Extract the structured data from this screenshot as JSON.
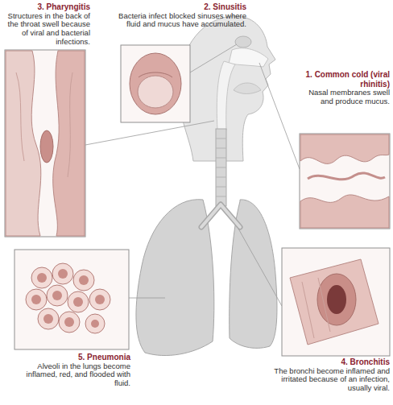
{
  "diagram": {
    "nodes": [
      {
        "text": [
          "3. Pharyngitis",
          "Structures in the back of the throat swell because of viral and bacterial infections."
        ]
      },
      {
        "text": [
          "2. Sinusitis",
          "Bacteria infect blocked sinuses where fluid and mucus have accumulated."
        ]
      },
      {
        "text": [
          "1. Common cold (viral rhinitis)",
          "Nasal membranes swell and produce mucus."
        ]
      },
      {
        "text": [
          "5. Pneumonia",
          "Alveoli in the lungs become inflamed, red, and flooded with fluid."
        ]
      },
      {
        "text": [
          "4. Bronchitis",
          "The bronchi become inflamed and irritated because of an infection, usually viral."
        ]
      }
    ]
  }
}
